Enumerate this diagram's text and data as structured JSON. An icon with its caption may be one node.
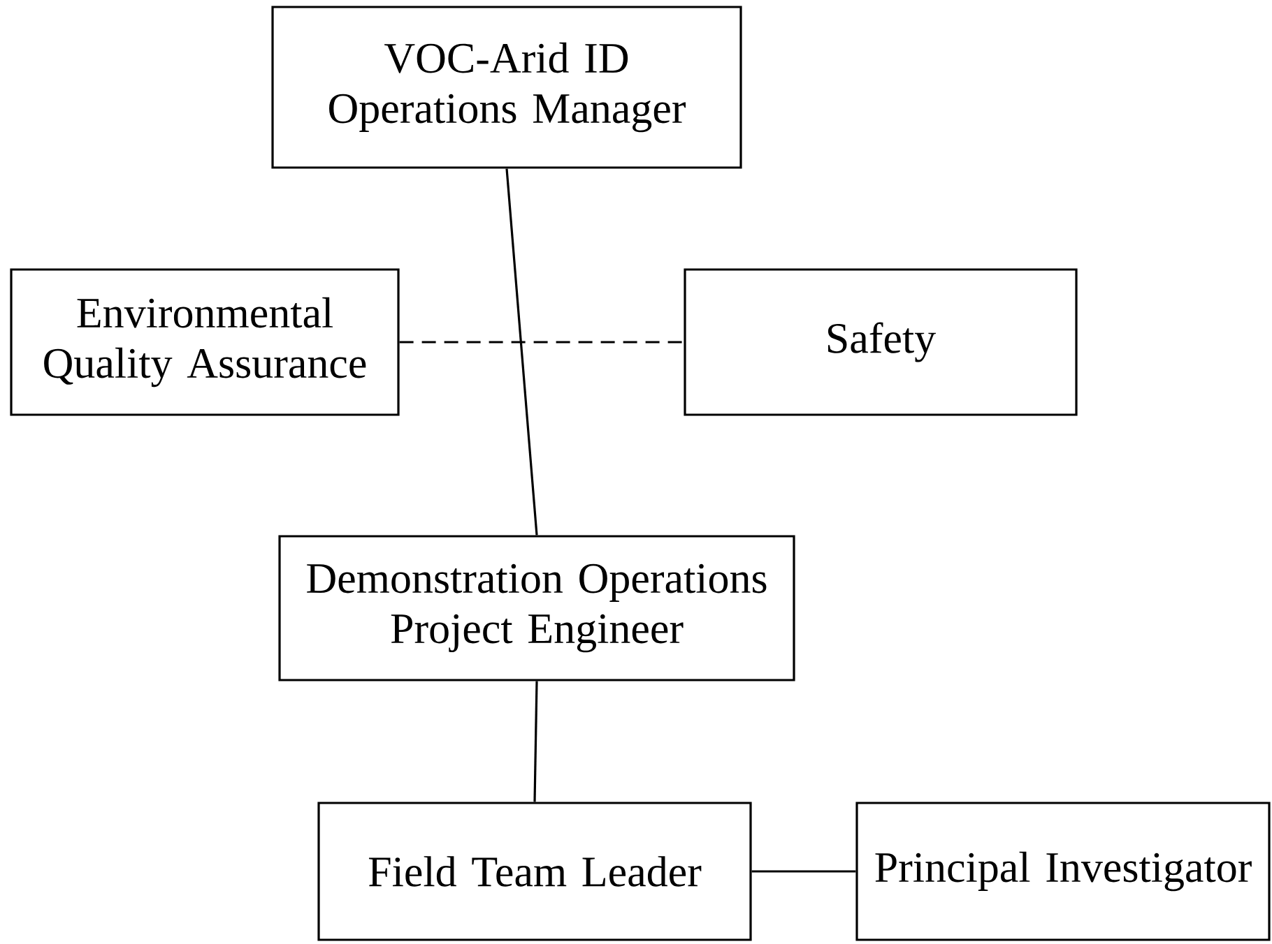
{
  "diagram": {
    "nodes": [
      {
        "text": [
          "VOC-Arid ID Operations Manager"
        ]
      },
      {
        "text": [
          "Environmental Quality Assurance"
        ]
      },
      {
        "text": [
          "Safety"
        ]
      },
      {
        "text": [
          "Demonstration Operations Project Engineer"
        ]
      },
      {
        "text": [
          "Field Team Leader"
        ]
      },
      {
        "text": [
          "Principal Investigator"
        ]
      }
    ],
    "edges": [
      {
        "from": 1,
        "to": 2,
        "arrow": "none",
        "style": "dashed"
      },
      {
        "from": 0,
        "to": 3,
        "arrow": "none"
      },
      {
        "from": 3,
        "to": 4,
        "arrow": "none"
      },
      {
        "from": 4,
        "to": 5,
        "arrow": "none"
      }
    ]
  }
}
